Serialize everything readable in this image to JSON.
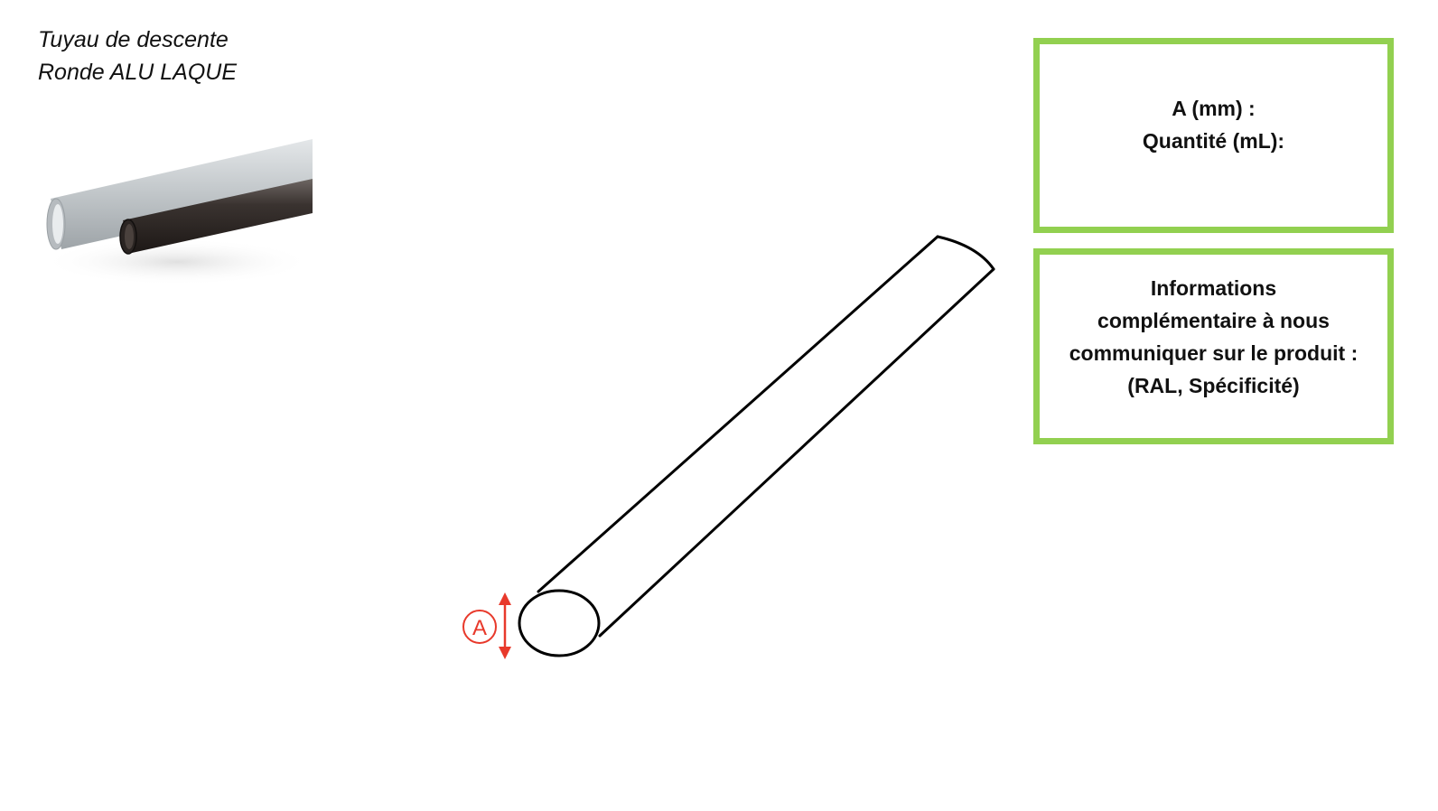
{
  "title": {
    "line1": "Tuyau de descente",
    "line2": "Ronde ALU LAQUE"
  },
  "product_photo": {
    "description": "product-photo",
    "pipe_colors": {
      "galvanized": "#c9cdd0",
      "lacquered": "#2b2523"
    }
  },
  "drawing": {
    "dimension_label": "A",
    "outline_color": "#000000",
    "dimension_color": "#e8392b"
  },
  "dimensions_box": {
    "line1": "A (mm) :",
    "line2": "Quantité (mL):",
    "border_color": "#92d050"
  },
  "info_box": {
    "line1": "Informations",
    "line2": "complémentaire à nous",
    "line3": "communiquer sur le produit :",
    "line4": "(RAL, Spécificité)",
    "border_color": "#92d050"
  }
}
